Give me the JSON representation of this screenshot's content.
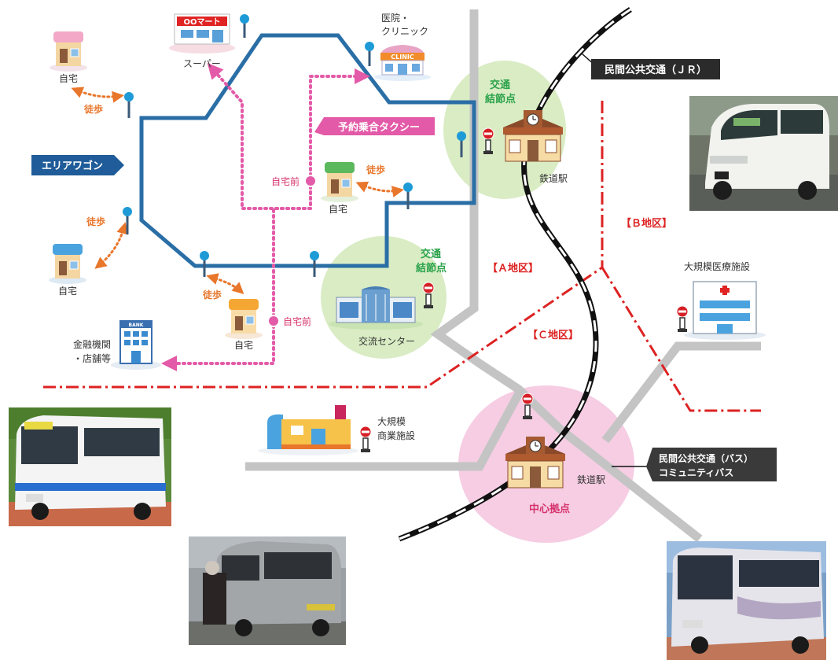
{
  "labels": {
    "wagon": "エリアワゴン",
    "taxi": "予約乗合タクシー",
    "jr": "民間公共交通（ＪＲ）",
    "bus_line1": "民間公共交通（バス）",
    "bus_line2": "コミュニティバス",
    "area_a": "【Ａ地区】",
    "area_b": "【Ｂ地区】",
    "area_c": "【Ｃ地区】",
    "node1_line1": "交通",
    "node1_line2": "結節点",
    "node2_line1": "交通",
    "node2_line2": "結節点",
    "center": "中心拠点",
    "station1": "鉄道駅",
    "station2": "鉄道駅",
    "exchange_center": "交流センター",
    "supermarket": "スーパー",
    "supermarket_sign": "OOマート",
    "clinic_line1": "医院・",
    "clinic_line2": "クリニック",
    "clinic_sign": "CLINIC",
    "bank_line1": "金融機関",
    "bank_line2": "・店舗等",
    "bank_sign": "BANK",
    "hospital": "大規模医療施設",
    "mall_line1": "大規模",
    "mall_line2": "商業施設",
    "home1": "自宅",
    "home2": "自宅",
    "home3": "自宅",
    "home4": "自宅",
    "walk1": "徒歩",
    "walk2": "徒歩",
    "walk3": "徒歩",
    "walk4": "徒歩",
    "near_home1": "自宅前",
    "near_home2": "自宅前"
  },
  "colors": {
    "wagon_route": "#2a6ea6",
    "taxi_route": "#e35aa8",
    "area_border": "#dd2222",
    "road": "#c4c4c4",
    "node_fill": "#d9ecc4",
    "center_fill": "#f6cde3",
    "node_text": "#2aa24a",
    "center_text": "#d6336c",
    "walk": "#e8762b",
    "label_dark": "#333333"
  }
}
